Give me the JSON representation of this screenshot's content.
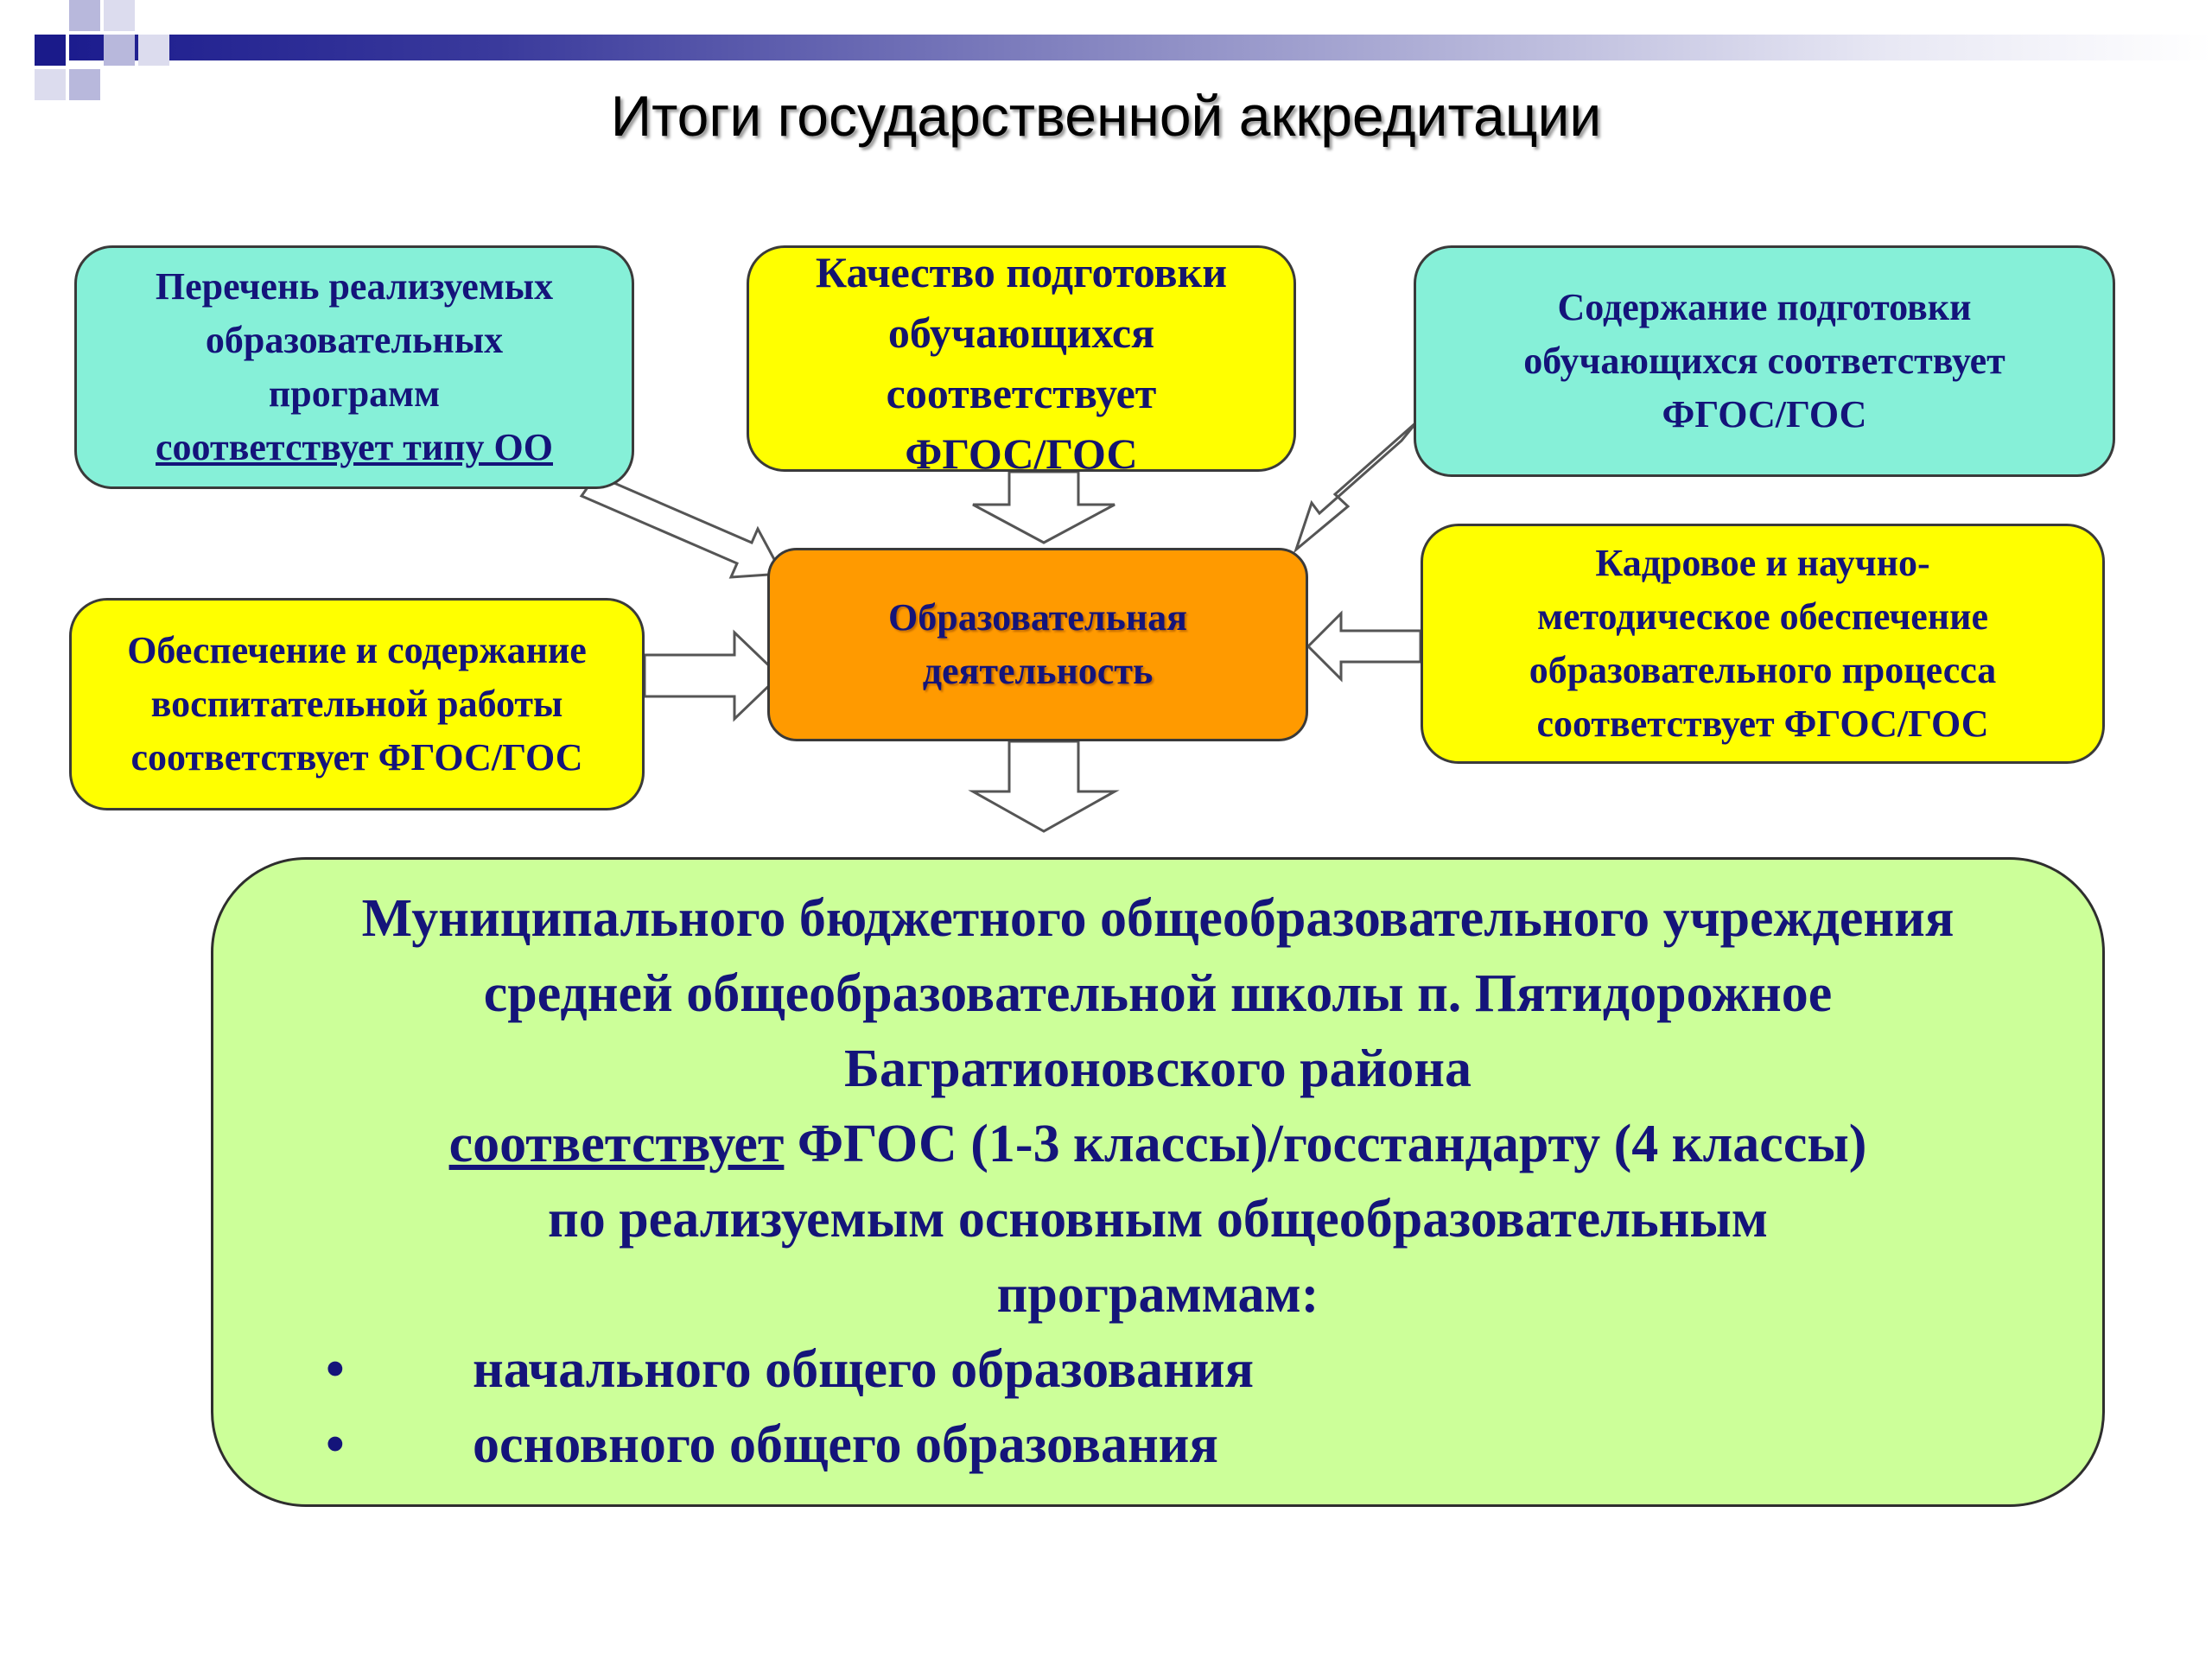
{
  "title": "Итоги государственной аккредитации",
  "colors": {
    "cyan_box": "#86f0d8",
    "yellow_box": "#ffff00",
    "center_box": "#ff9a00",
    "result_box": "#ccff99",
    "text": "#14147a"
  },
  "nodes": {
    "programs": {
      "line1": "Перечень реализуемых",
      "line2": "образовательных",
      "line3": "программ",
      "line4": "соответствует типу ОО"
    },
    "quality": {
      "line1": "Качество подготовки",
      "line2": "обучающихся",
      "line3": "соответствует",
      "line4": "ФГОС/ГОС"
    },
    "content": {
      "line1": "Содержание подготовки",
      "line2": "обучающихся соответствует",
      "line3": "ФГОС/ГОС"
    },
    "center": {
      "line1": "Образовательная",
      "line2": "деятельность"
    },
    "upbringing": {
      "line1": "Обеспечение и содержание",
      "line2": "воспитательной работы",
      "line3": "соответствует ФГОС/ГОС"
    },
    "staff": {
      "line1": "Кадровое и научно-",
      "line2": "методическое обеспечение",
      "line3": "образовательного процесса",
      "line4": "соответствует ФГОС/ГОС"
    }
  },
  "result": {
    "line1": "Муниципального бюджетного общеобразовательного учреждения",
    "line2": "средней общеобразовательной школы п. Пятидорожное",
    "line3": "Багратионовского района",
    "line4_underlined": "соответствует",
    "line4_rest": "ФГОС (1-3 классы)/госстандарту  (4 классы)",
    "line5": "по реализуемым основным общеобразовательным",
    "line6": "программам:",
    "bullet_char": "•",
    "bullets": [
      "начального общего образования",
      "основного общего образования"
    ]
  }
}
